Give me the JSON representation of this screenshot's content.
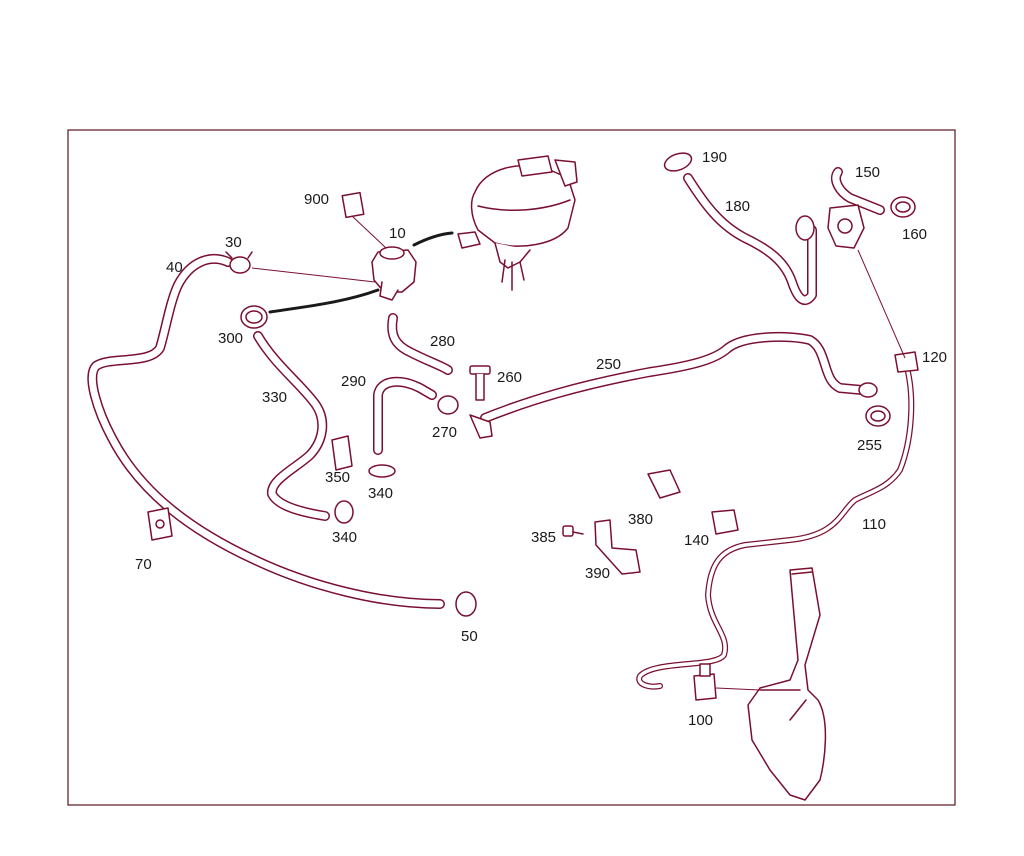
{
  "labels": {
    "p10": "10",
    "p30": "30",
    "p40": "40",
    "p50": "50",
    "p70": "70",
    "p100": "100",
    "p110": "110",
    "p120": "120",
    "p140": "140",
    "p150": "150",
    "p160": "160",
    "p180": "180",
    "p190": "190",
    "p250": "250",
    "p255": "255",
    "p260": "260",
    "p270": "270",
    "p280": "280",
    "p290": "290",
    "p300": "300",
    "p330": "330",
    "p340a": "340",
    "p340b": "340",
    "p350": "350",
    "p380": "380",
    "p385": "385",
    "p390": "390",
    "p900": "900"
  },
  "colors": {
    "line": "#7a1030",
    "frame": "#5a1420",
    "text": "#1a1a1a",
    "fill_tint": "#f3dde2"
  }
}
